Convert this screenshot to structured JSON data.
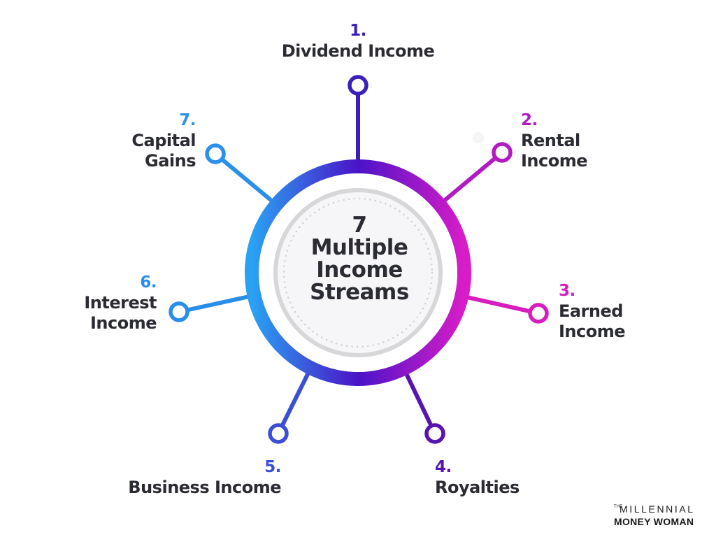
{
  "center": {
    "lines": [
      "7",
      "Multiple",
      "Income",
      "Streams"
    ]
  },
  "streams": [
    {
      "number": "1.",
      "lines": [
        "Dividend Income"
      ],
      "color": "#3b1fb8"
    },
    {
      "number": "2.",
      "lines": [
        "Rental",
        "Income"
      ],
      "color": "#b21bc4"
    },
    {
      "number": "3.",
      "lines": [
        "Earned",
        "Income"
      ],
      "color": "#d81cc0"
    },
    {
      "number": "4.",
      "lines": [
        "Royalties"
      ],
      "color": "#5614b0"
    },
    {
      "number": "5.",
      "lines": [
        "Business Income"
      ],
      "color": "#3a4fd6"
    },
    {
      "number": "6.",
      "lines": [
        "Interest",
        "Income"
      ],
      "color": "#2a8ee8"
    },
    {
      "number": "7.",
      "lines": [
        "Capital",
        "Gains"
      ],
      "color": "#2a90ea"
    }
  ],
  "brand": {
    "the": "THE",
    "top": "MILLENNIAL",
    "bottom": "MONEY WOMAN"
  }
}
